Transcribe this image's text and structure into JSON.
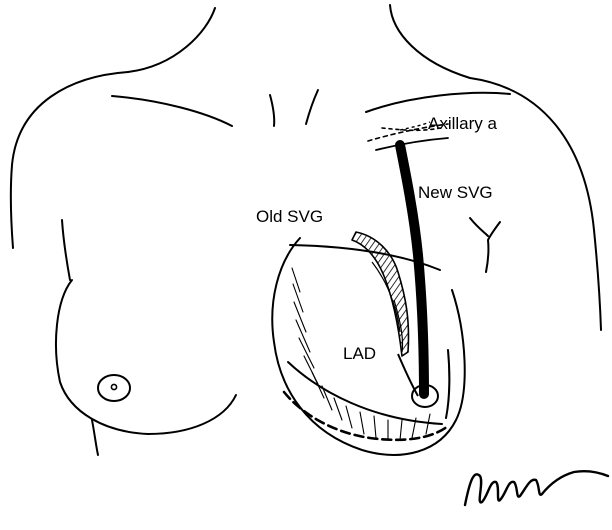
{
  "labels": {
    "axillary": "Axillary a",
    "new_svg": "New SVG",
    "old_svg": "Old SVG",
    "lad": "LAD"
  },
  "colors": {
    "ink": "#000000",
    "paper": "#ffffff"
  },
  "signature": "artist signature (handwritten, drawn as a picture)"
}
